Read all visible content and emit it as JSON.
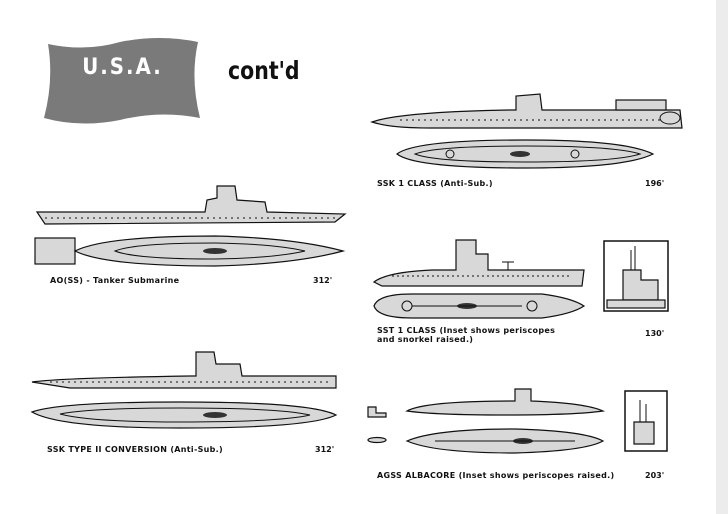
{
  "header": {
    "flag_label": "U.S.A.",
    "continued": "cont'd",
    "flag_color": "#7a7a7a"
  },
  "entries": [
    {
      "caption": "SSK 1 CLASS (Anti-Sub.)",
      "length": "196'"
    },
    {
      "caption": "AO(SS) - Tanker Submarine",
      "length": "312'"
    },
    {
      "caption_line1": "SST 1 CLASS (Inset shows periscopes",
      "caption_line2": "and snorkel raised.)",
      "length": "130'"
    },
    {
      "caption": "SSK TYPE II CONVERSION (Anti-Sub.)",
      "length": "312'"
    },
    {
      "caption": "AGSS ALBACORE (Inset shows periscopes raised.)",
      "length": "203'"
    }
  ]
}
